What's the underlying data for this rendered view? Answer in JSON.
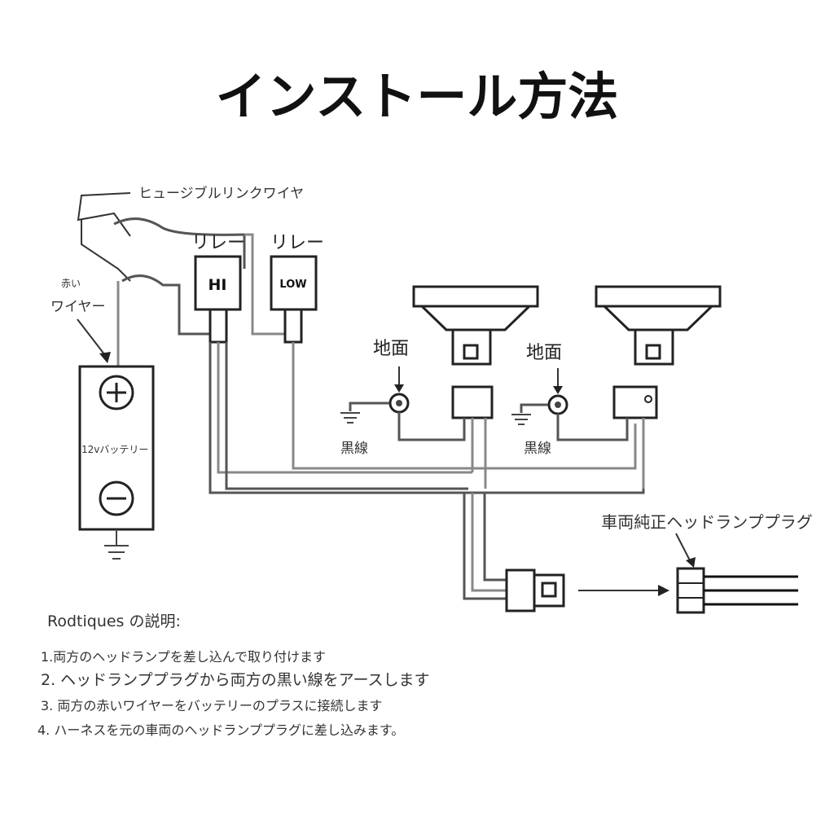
{
  "title": "インストール方法",
  "labels": {
    "fusible_link": "ヒュージブルリンクワイヤ",
    "relay_hi": "リレー",
    "relay_low": "リレー",
    "relay_hi_text": "HI",
    "relay_low_text": "LOW",
    "red_wire_top": "赤い",
    "red_wire_bottom": "ワイヤー",
    "battery": "12vバッテリー",
    "ground_left": "地面",
    "ground_right": "地面",
    "black_wire_left": "黒線",
    "black_wire_right": "黒線",
    "oem_plug": "車両純正ヘッドランププラグ"
  },
  "instructions": {
    "heading": "Rodtiques の説明:",
    "steps": [
      "1.両方のヘッドランプを差し込んで取り付けます",
      "2. ヘッドランププラグから両方の黒い線をアースします",
      "3. 両方の赤いワイヤーをバッテリーのプラスに接続します",
      "4. ハーネスを元の車両のヘッドランププラグに差し込みます。"
    ]
  }
}
